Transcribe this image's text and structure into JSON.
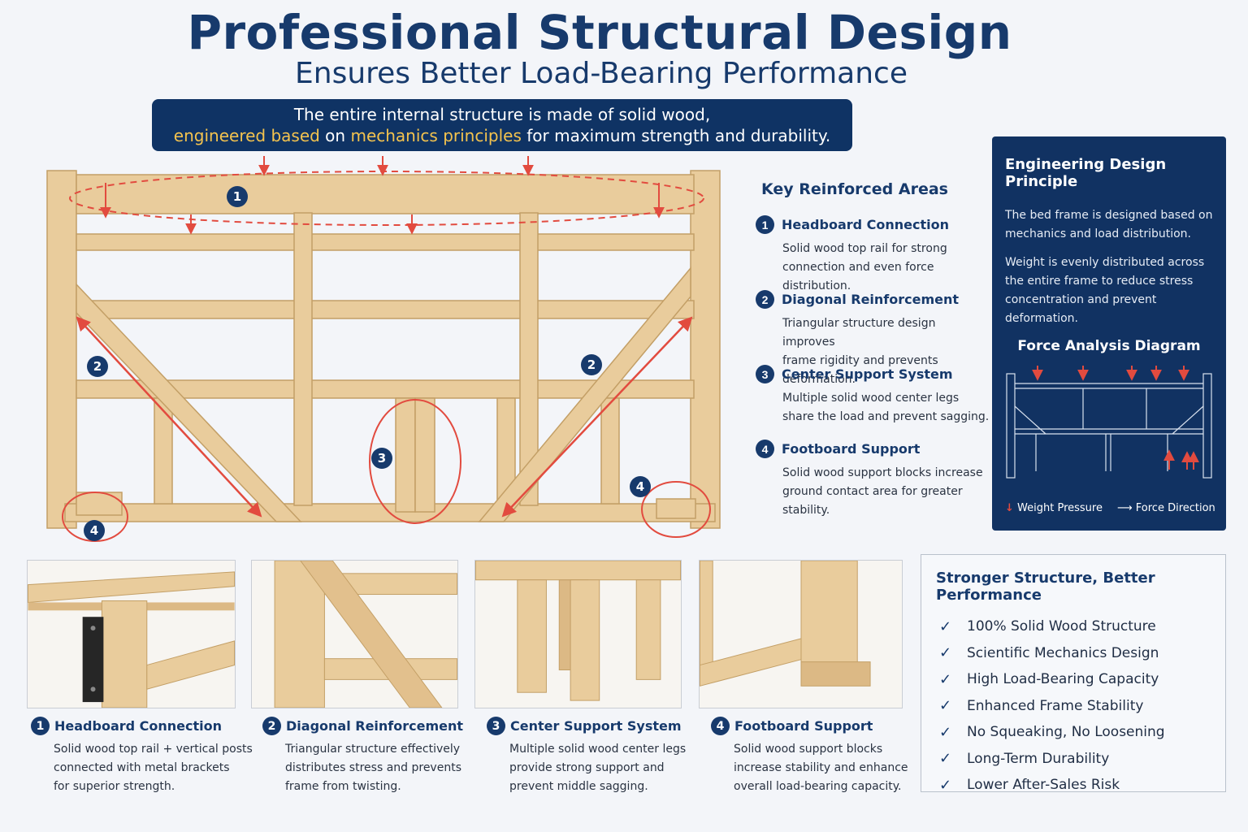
{
  "header": {
    "title": "Professional Structural Design",
    "subtitle": "Ensures Better Load-Bearing Performance"
  },
  "banner": {
    "line1": "The entire internal structure is made of solid wood,",
    "line2_hl1": "engineered based",
    "line2_mid": " on ",
    "line2_hl2": "mechanics principles",
    "line2_end": " for maximum strength and durability."
  },
  "frame_markers": [
    "1",
    "2",
    "2",
    "3",
    "4",
    "4"
  ],
  "key_areas": {
    "title": "Key Reinforced Areas",
    "items": [
      {
        "num": "1",
        "name": "Headboard Connection",
        "desc1": "Solid wood top rail for strong",
        "desc2": "connection and even force distribution."
      },
      {
        "num": "2",
        "name": "Diagonal Reinforcement",
        "desc1": "Triangular structure design improves",
        "desc2": "frame rigidity and prevents deformation."
      },
      {
        "num": "3",
        "name": "Center Support System",
        "desc1": "Multiple solid wood center legs",
        "desc2": "share the load and prevent sagging."
      },
      {
        "num": "4",
        "name": "Footboard Support",
        "desc1": "Solid wood support blocks increase",
        "desc2": "ground contact area for greater stability."
      }
    ]
  },
  "panel": {
    "title": "Engineering Design Principle",
    "p1": "The bed frame is designed based on mechanics and load distribution.",
    "p2": "Weight is evenly distributed across the entire frame to reduce stress concentration and prevent deformation.",
    "diagram_title": "Force Analysis Diagram",
    "legend_pressure": "Weight Pressure",
    "legend_direction": "Force Direction"
  },
  "details": [
    {
      "num": "1",
      "name": "Headboard Connection",
      "lines": [
        "Solid wood top rail + vertical posts",
        "connected with metal brackets",
        "for superior strength."
      ]
    },
    {
      "num": "2",
      "name": "Diagonal Reinforcement",
      "lines": [
        "Triangular structure effectively",
        "distributes stress and prevents",
        "frame from twisting."
      ]
    },
    {
      "num": "3",
      "name": "Center Support System",
      "lines": [
        "Multiple solid wood center legs",
        "provide strong support and",
        "prevent middle sagging."
      ]
    },
    {
      "num": "4",
      "name": "Footboard Support",
      "lines": [
        "Solid wood support blocks",
        "increase stability and enhance",
        "overall load-bearing capacity."
      ]
    }
  ],
  "benefits": {
    "title": "Stronger Structure, Better Performance",
    "items": [
      "100% Solid Wood Structure",
      "Scientific Mechanics Design",
      "High Load-Bearing Capacity",
      "Enhanced Frame Stability",
      "No Squeaking, No Loosening",
      "Long-Term Durability",
      "Lower After-Sales Risk"
    ]
  },
  "colors": {
    "navy": "#113262",
    "accent": "#f4c34e",
    "arrow": "#e24b3f",
    "wood": "#e8c997"
  }
}
